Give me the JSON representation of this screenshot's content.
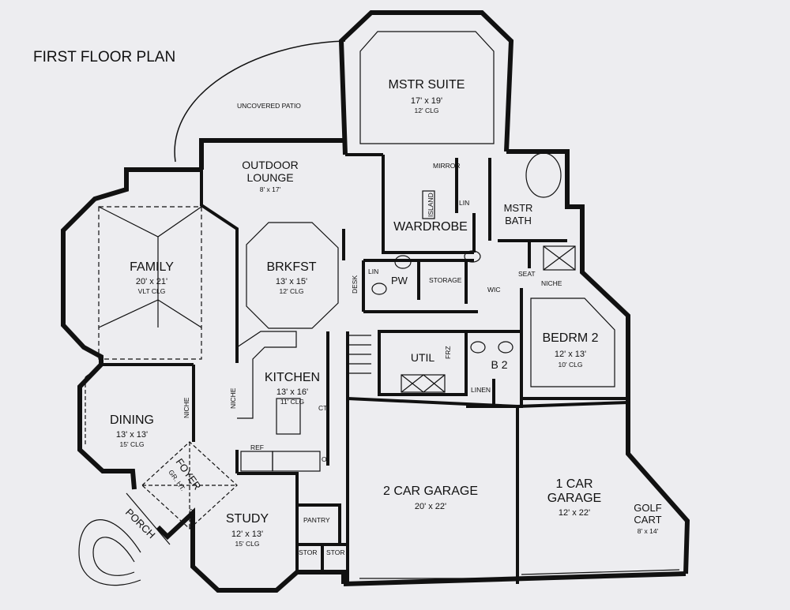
{
  "title": "FIRST FLOOR PLAN",
  "rooms": {
    "mstr_suite": {
      "name": "MSTR SUITE",
      "dim": "17' x 19'",
      "clg": "12' CLG"
    },
    "uncovered_patio": {
      "name": "UNCOVERED PATIO"
    },
    "outdoor_lounge": {
      "name1": "OUTDOOR",
      "name2": "LOUNGE",
      "dim": "8' x 17'"
    },
    "family": {
      "name": "FAMILY",
      "dim": "20' x 21'",
      "clg": "VLT CLG"
    },
    "brkfst": {
      "name": "BRKFST",
      "dim": "13' x 15'",
      "clg": "12' CLG"
    },
    "wardrobe": {
      "name": "WARDROBE"
    },
    "mstr_bath": {
      "name1": "MSTR",
      "name2": "BATH"
    },
    "kitchen": {
      "name": "KITCHEN",
      "dim": "13' x 16'",
      "clg": "11' CLG"
    },
    "util": {
      "name": "UTIL"
    },
    "bedrm2": {
      "name": "BEDRM 2",
      "dim": "12' x 13'",
      "clg": "10' CLG"
    },
    "b2": {
      "name": "B 2"
    },
    "dining": {
      "name": "DINING",
      "dim": "13' x 13'",
      "clg": "15' CLG"
    },
    "foyer": {
      "name": "FOYER"
    },
    "study": {
      "name": "STUDY",
      "dim": "12' x 13'",
      "clg": "15' CLG"
    },
    "garage2": {
      "name": "2 CAR GARAGE",
      "dim": "20' x 22'"
    },
    "garage1": {
      "name1": "1 CAR",
      "name2": "GARAGE",
      "dim": "12' x 22'"
    },
    "golf_cart": {
      "name1": "GOLF",
      "name2": "CART",
      "dim": "8' x 14'"
    },
    "porch": {
      "name": "PORCH"
    }
  },
  "labels": {
    "mirror": "MIRROR",
    "island": "ISLAND",
    "lin": "LIN",
    "pw": "PW",
    "storage": "STORAGE",
    "wic": "WIC",
    "seat": "SEAT",
    "niche": "NICHE",
    "desk": "DESK",
    "frz": "FRZ",
    "linen": "LINEN",
    "ref": "REF",
    "ct": "CT",
    "o": "O",
    "pantry": "PANTRY",
    "stor": "STOR",
    "gr_ht": "GR. HT."
  }
}
